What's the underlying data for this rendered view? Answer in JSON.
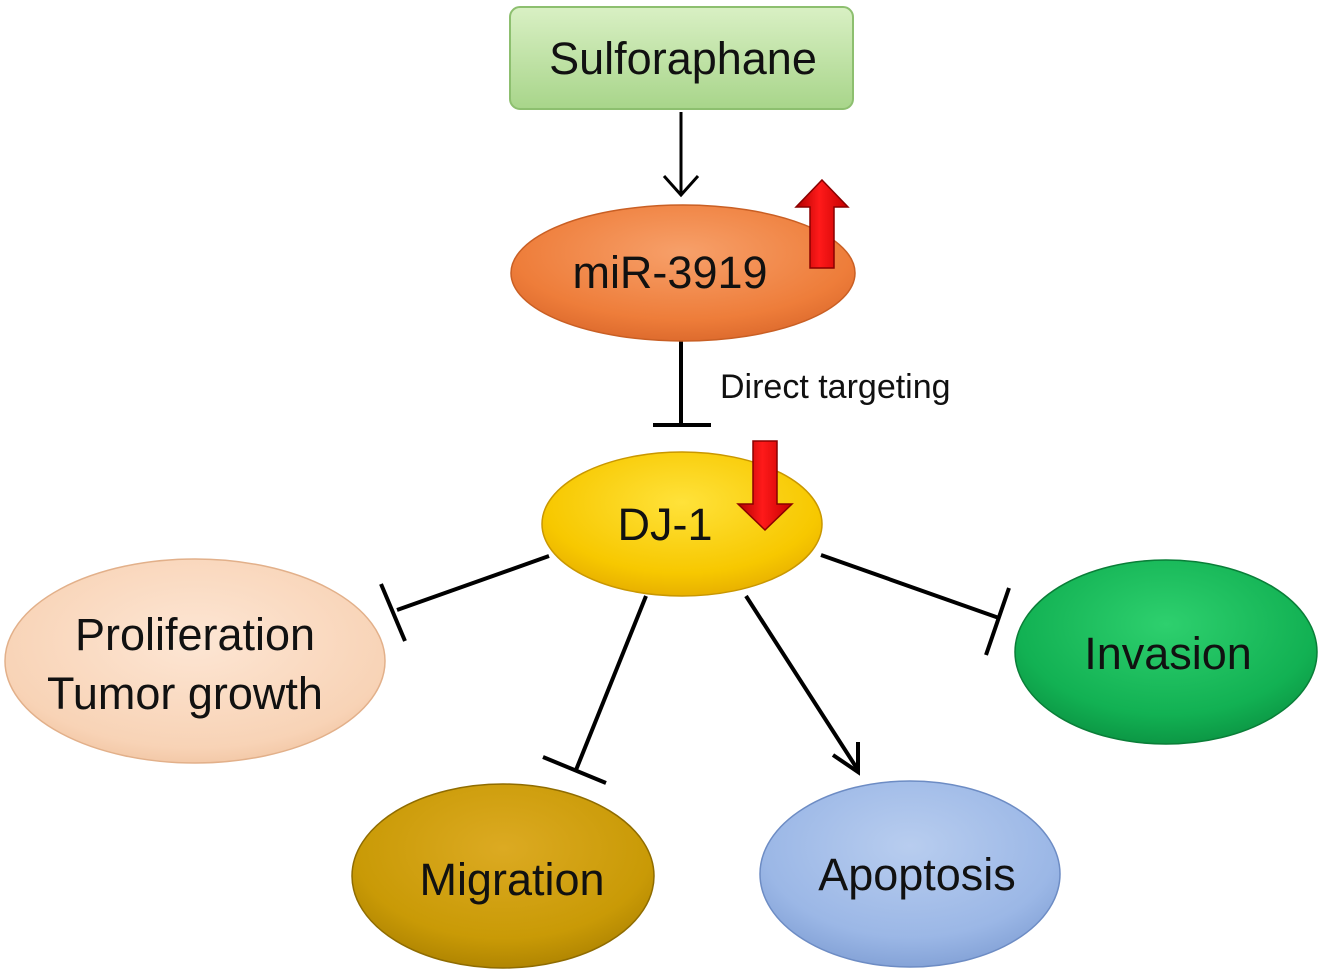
{
  "nodes": {
    "sulforaphane": {
      "label": "Sulforaphane"
    },
    "mir": {
      "label": "miR-3919"
    },
    "dj1": {
      "label": "DJ-1"
    },
    "proliferation": {
      "line1": "Proliferation",
      "line2": "Tumor growth"
    },
    "invasion": {
      "label": "Invasion"
    },
    "migration": {
      "label": "Migration"
    },
    "apoptosis": {
      "label": "Apoptosis"
    }
  },
  "edges": {
    "direct_targeting": {
      "label": "Direct targeting"
    }
  },
  "indicators": {
    "mir_change": "up",
    "dj1_change": "down"
  }
}
